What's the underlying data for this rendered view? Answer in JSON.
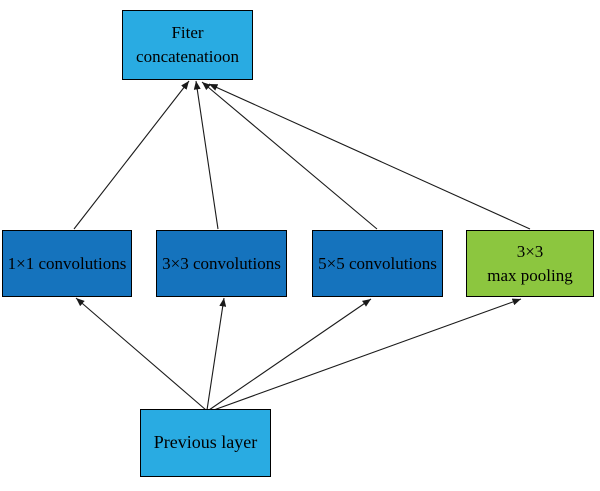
{
  "diagram": {
    "nodes": [
      {
        "id": "filter-concatenation",
        "label": "Fiter\nconcatenatioon",
        "fill": "#29ABE2"
      },
      {
        "id": "conv-1x1",
        "label": "1×1 convolutions",
        "fill": "#1573BD"
      },
      {
        "id": "conv-3x3",
        "label": "3×3 convolutions",
        "fill": "#1573BD"
      },
      {
        "id": "conv-5x5",
        "label": "5×5 convolutions",
        "fill": "#1573BD"
      },
      {
        "id": "max-pooling",
        "label": "3×3\nmax pooling",
        "fill": "#8CC63F"
      },
      {
        "id": "previous-layer",
        "label": "Previous layer",
        "fill": "#29ABE2"
      }
    ],
    "edges": [
      {
        "from": "previous-layer",
        "to": "conv-1x1"
      },
      {
        "from": "previous-layer",
        "to": "conv-3x3"
      },
      {
        "from": "previous-layer",
        "to": "conv-5x5"
      },
      {
        "from": "previous-layer",
        "to": "max-pooling"
      },
      {
        "from": "conv-1x1",
        "to": "filter-concatenation"
      },
      {
        "from": "conv-3x3",
        "to": "filter-concatenation"
      },
      {
        "from": "conv-5x5",
        "to": "filter-concatenation"
      },
      {
        "from": "max-pooling",
        "to": "filter-concatenation"
      }
    ],
    "colors": {
      "light_blue": "#29ABE2",
      "dark_blue": "#1573BD",
      "green": "#8CC63F",
      "border": "#000000",
      "arrow": "#1A1A1A",
      "background": "#FFFFFF"
    }
  }
}
